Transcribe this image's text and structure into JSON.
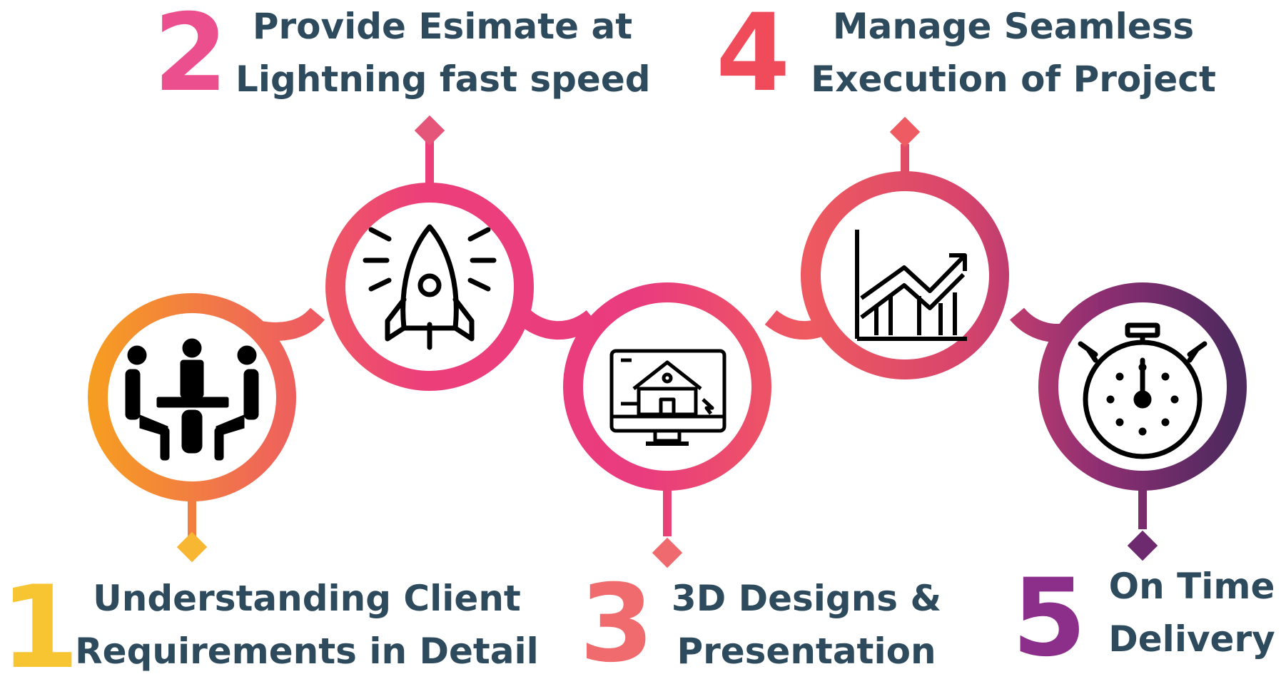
{
  "steps": [
    {
      "number": "1",
      "line1": "Understanding Client",
      "line2": "Requirements in Detail",
      "icon": "meeting-icon",
      "color": "#f7b733"
    },
    {
      "number": "2",
      "line1": "Provide Esimate at",
      "line2": "Lightning fast speed",
      "icon": "rocket-icon",
      "color": "#e94b8a"
    },
    {
      "number": "3",
      "line1": "3D Designs &",
      "line2": "Presentation",
      "icon": "house-design-monitor-icon",
      "color": "#ef6a6f"
    },
    {
      "number": "4",
      "line1": "Manage Seamless",
      "line2": "Execution of Project",
      "icon": "growth-chart-icon",
      "color": "#ef4b5a"
    },
    {
      "number": "5",
      "line1": "On Time",
      "line2": "Delivery",
      "icon": "stopwatch-icon",
      "color": "#8e2a8f"
    }
  ],
  "colors": {
    "text": "#2e4b5e",
    "gradient": [
      "#f7a21c",
      "#ef5b6a",
      "#e8337f",
      "#ef5566",
      "#d9406e",
      "#5b2a62"
    ]
  }
}
